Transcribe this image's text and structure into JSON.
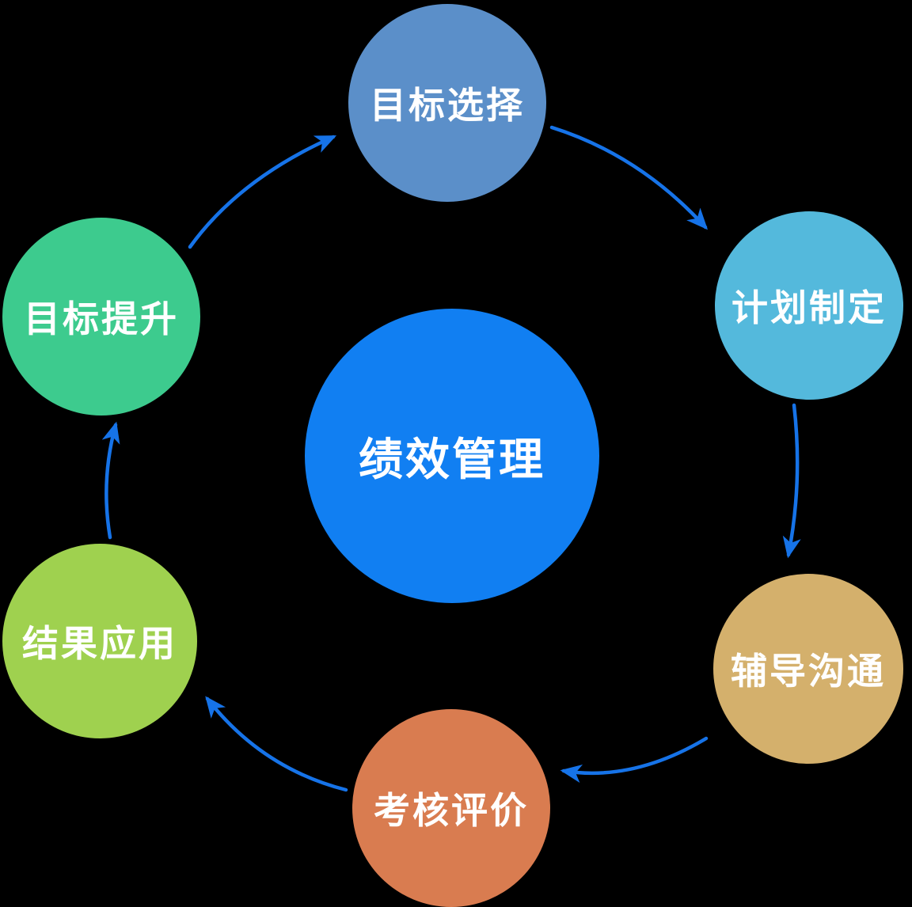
{
  "diagram": {
    "background_color": "#000000",
    "arrow_color": "#1673E8",
    "center_node": {
      "label": "绩效管理",
      "color": "#117FF2",
      "text_color": "#FFFFFF"
    },
    "nodes": [
      {
        "id": "goal-selection",
        "label": "目标选择",
        "color": "#5B8FC9"
      },
      {
        "id": "plan-making",
        "label": "计划制定",
        "color": "#54B9DC"
      },
      {
        "id": "coaching-communication",
        "label": "辅导沟通",
        "color": "#D4B06C"
      },
      {
        "id": "assessment-evaluation",
        "label": "考核评价",
        "color": "#D97C50"
      },
      {
        "id": "result-application",
        "label": "结果应用",
        "color": "#9FD14F"
      },
      {
        "id": "goal-improvement",
        "label": "目标提升",
        "color": "#3DCB8E"
      }
    ]
  }
}
